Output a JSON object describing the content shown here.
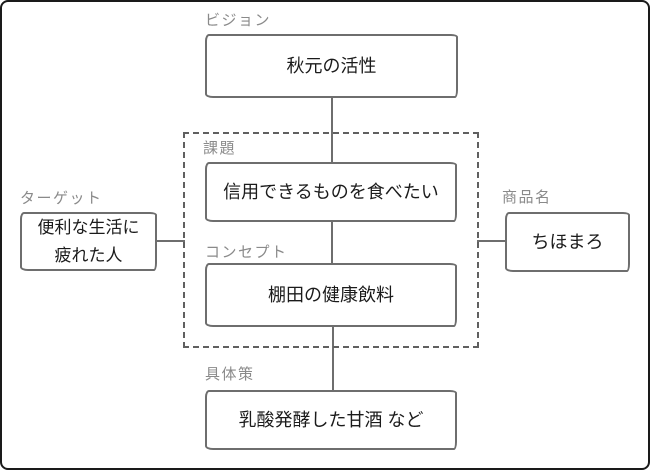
{
  "diagram": {
    "vision": {
      "label": "ビジョン",
      "value": "秋元の活性"
    },
    "issue": {
      "label": "課題",
      "value": "信用できるものを食べたい"
    },
    "concept": {
      "label": "コンセプト",
      "value": "棚田の健康飲料"
    },
    "target": {
      "label": "ターゲット",
      "value_line1": "便利な生活に",
      "value_line2": "疲れた人"
    },
    "product": {
      "label": "商品名",
      "value": "ちほまろ"
    },
    "action": {
      "label": "具体策",
      "value": "乳酸発酵した甘酒 など"
    }
  },
  "colors": {
    "background": "#ffffff",
    "frame_border": "#1a1a1a",
    "box_border": "#6e6e6e",
    "dashed_border": "#606060",
    "label_text": "#8a8a8a",
    "box_text": "#1b1b1b",
    "connector": "#6e6e6e"
  }
}
